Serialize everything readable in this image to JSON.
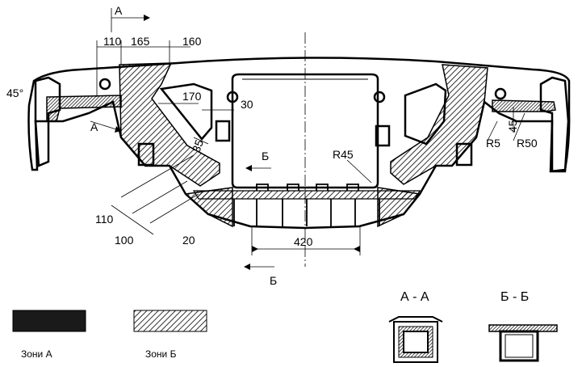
{
  "dimensions": {
    "d110_top": "110",
    "d165": "165",
    "d160": "160",
    "d170": "170",
    "d30": "30",
    "d35": "35",
    "d45deg": "45°",
    "d110_bot": "110",
    "d100": "100",
    "d20": "20",
    "d420": "420",
    "r45": "R45",
    "r5": "R5",
    "r50": "R50",
    "d45_right": "45"
  },
  "section_marks": {
    "a_top": "А",
    "a_left": "А",
    "b_mid": "Б",
    "b_bottom": "Б"
  },
  "section_views": {
    "aa": "А - А",
    "bb": "Б - Б"
  },
  "legend": {
    "zone_a": "Зони А",
    "zone_b": "Зони Б"
  },
  "colors": {
    "zone_a_fill": "#1a1a1a",
    "hatch": "#000000"
  }
}
